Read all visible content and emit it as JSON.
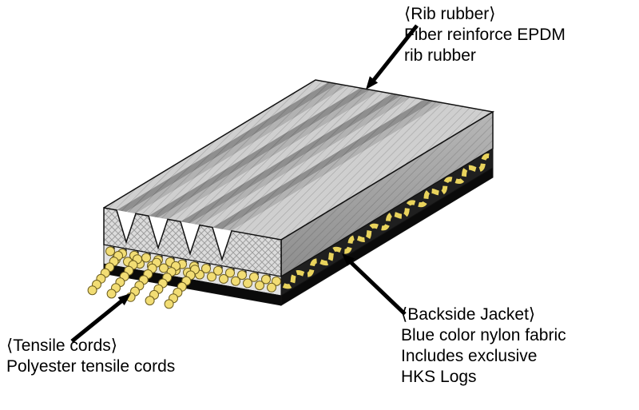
{
  "page": {
    "background": "#ffffff"
  },
  "labels": {
    "rib_rubber": {
      "title": "⟨Rib rubber⟩",
      "line1": "Fiber reinforce EPDM",
      "line2": "rib rubber"
    },
    "tensile_cords": {
      "title": "⟨Tensile cords⟩",
      "line1": "Polyester tensile cords"
    },
    "backside_jacket": {
      "title": "⟨Backside Jacket⟩",
      "line1": "Blue color nylon fabric",
      "line2": "Includes exclusive",
      "line3": "HKS Logs"
    }
  },
  "diagram": {
    "colors": {
      "belt_top_gray": "#cfcfcf",
      "groove_dark": "#8f8f8f",
      "groove_mid": "#b2b2b2",
      "front_face_gray": "#dcdcdc",
      "cord_band_gray": "#e3e3e3",
      "jacket_dark": "#1f1f1f",
      "bottom_black": "#0a0a0a",
      "cord_yellow": "#f2dd74",
      "cord_outline": "#6b5c1e",
      "logo_yellow": "#e9d35c",
      "outline_black": "#111111",
      "arrow_black": "#000000"
    }
  }
}
